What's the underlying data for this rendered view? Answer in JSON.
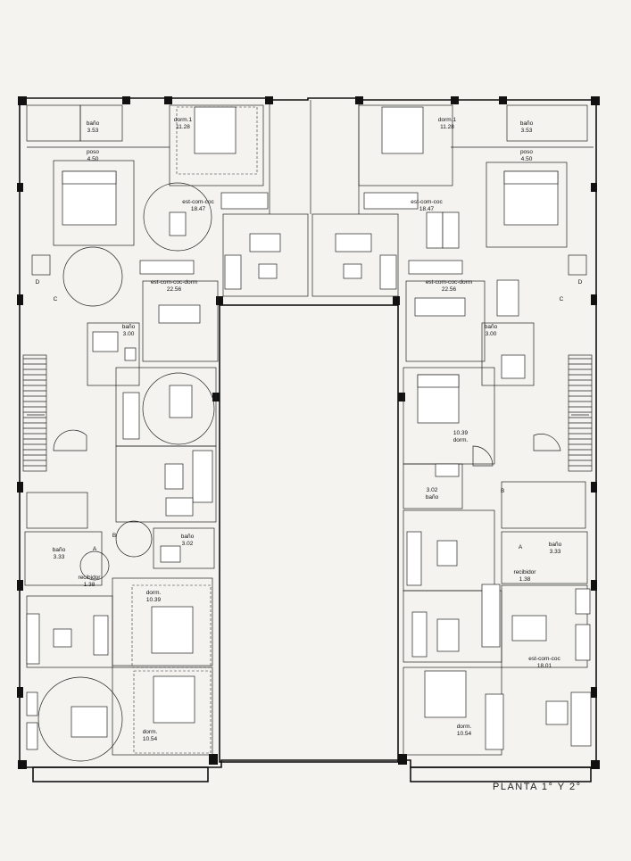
{
  "title": "PLANTA 1° Y 2°",
  "rooms": {
    "bano_tl": "baño",
    "bano_tl_area": "3.53",
    "dorm1_l": "dorm.1",
    "dorm1_l_area": "11.28",
    "poso_l": "poso",
    "poso_l_area": "4.50",
    "est_l": "est-com-coc",
    "est_l_area": "18.47",
    "estd_l": "est-com-coc-dorm",
    "estd_l_area": "22.56",
    "bano_ml": "baño",
    "bano_ml_area": "3.00",
    "bano_b": "baño",
    "bano_b_area": "3.02",
    "bano_bl": "baño",
    "bano_bl_area": "3.33",
    "recib_l": "recibidor",
    "recib_l_area": "1.38",
    "dorm_bl1": "dorm.",
    "dorm_bl1_area": "10.39",
    "dorm_bl2": "dorm.",
    "dorm_bl2_area": "10.54",
    "dorm1_r": "dorm.1",
    "dorm1_r_area": "11.28",
    "bano_tr": "baño",
    "bano_tr_area": "3.53",
    "poso_r": "poso",
    "poso_r_area": "4.50",
    "est_r": "est-com-coc",
    "est_r_area": "18.47",
    "estd_r": "est-com-coc-dorm",
    "estd_r_area": "22.56",
    "bano_mr": "baño",
    "bano_mr_area": "3.00",
    "dorm_r1_area": "10.39",
    "dorm_r1": "dorm.",
    "bano_r2_area": "3.02",
    "bano_r2": "baño",
    "bano_br": "baño",
    "bano_br_area": "3.33",
    "recib_r": "recibidor",
    "recib_r_area": "1.38",
    "est_br": "est-com-coc",
    "est_br_area": "18.01",
    "dorm_br": "dorm.",
    "dorm_br_area": "10.54"
  },
  "markers": {
    "a_l": "A",
    "b_l": "B",
    "c_l": "C",
    "d_l": "D",
    "a_r": "A",
    "b_r": "B",
    "c_r": "C",
    "d_r": "D"
  }
}
